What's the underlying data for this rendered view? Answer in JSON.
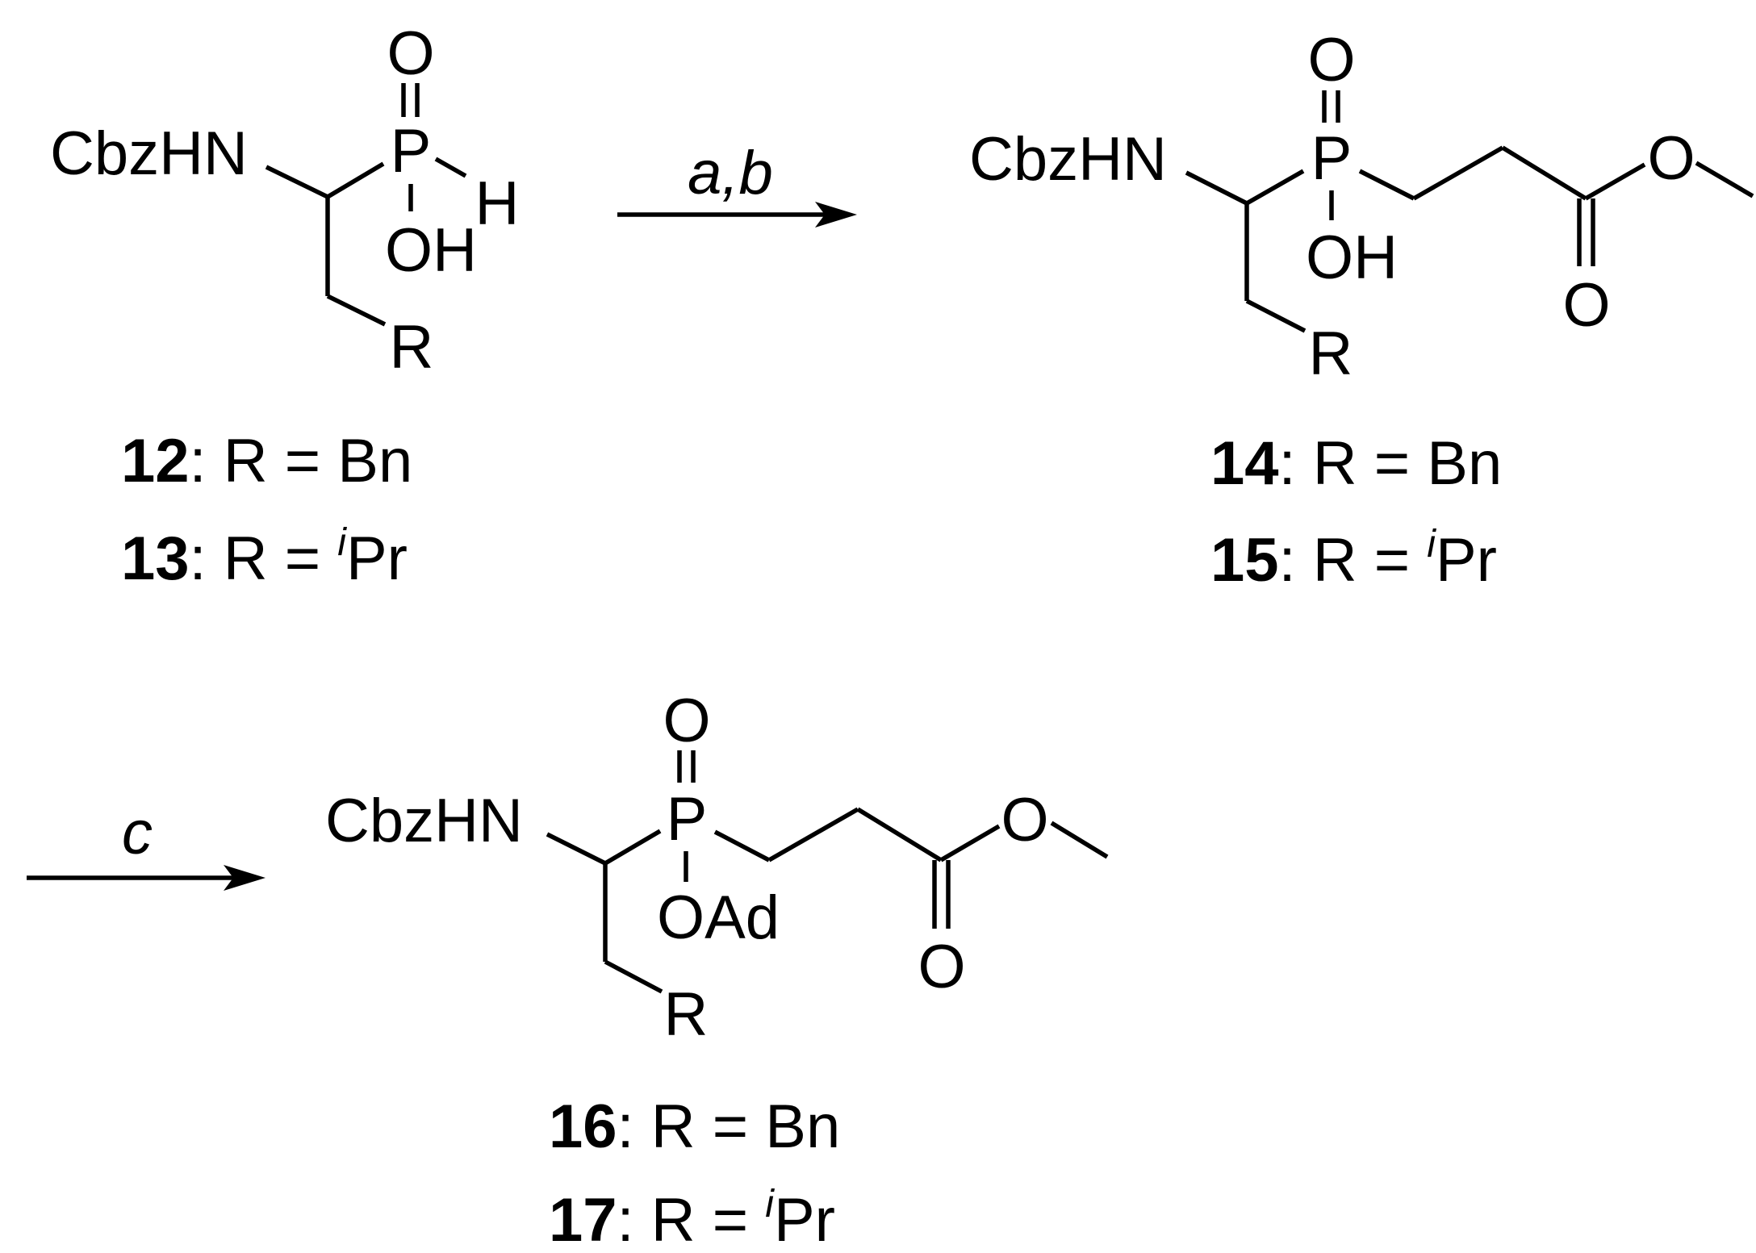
{
  "colors": {
    "ink": "#000000",
    "background": "#ffffff"
  },
  "atoms": {
    "cbzhn": "CbzHN",
    "p": "P",
    "o": "O",
    "h": "H",
    "oh": "OH",
    "r": "R",
    "oad": "OAd"
  },
  "steps": {
    "step1": "a,b",
    "step2": "c"
  },
  "compounds": [
    {
      "number": "12",
      "sep": ": ",
      "r_label": "R = ",
      "sup": "",
      "substituent": "Bn"
    },
    {
      "number": "13",
      "sep": ": ",
      "r_label": "R = ",
      "sup": "i",
      "substituent": "Pr"
    },
    {
      "number": "14",
      "sep": ": ",
      "r_label": "R = ",
      "sup": "",
      "substituent": "Bn"
    },
    {
      "number": "15",
      "sep": ": ",
      "r_label": "R = ",
      "sup": "i",
      "substituent": "Pr"
    },
    {
      "number": "16",
      "sep": ": ",
      "r_label": "R = ",
      "sup": "",
      "substituent": "Bn"
    },
    {
      "number": "17",
      "sep": ": ",
      "r_label": "R = ",
      "sup": "i",
      "substituent": "Pr"
    }
  ]
}
